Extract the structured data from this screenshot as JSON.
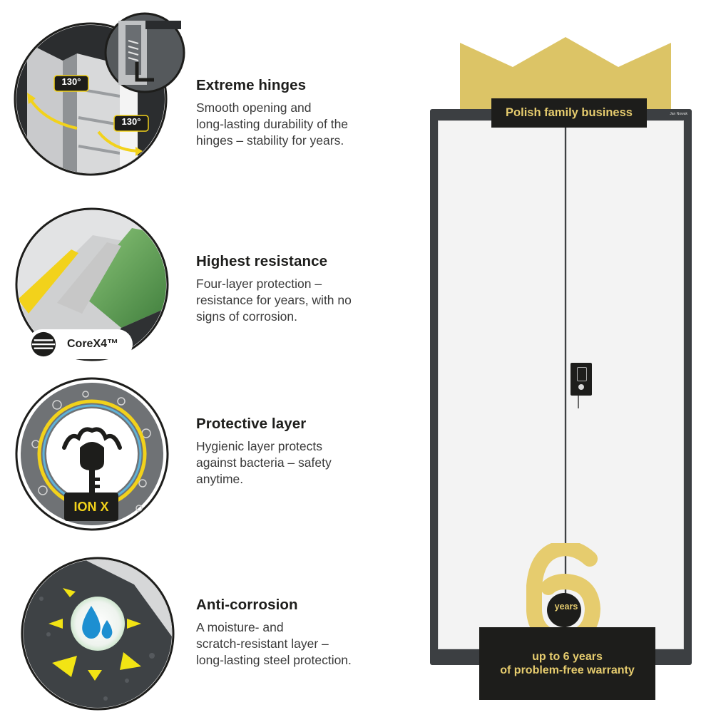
{
  "features": [
    {
      "title": "Extreme hinges",
      "description": "Smooth opening and\nlong-lasting durability of the\nhinges – stability for years.",
      "icon": "hinge-icon",
      "angle_left": "130°",
      "angle_right": "130°"
    },
    {
      "title": "Highest resistance",
      "description": "Four-layer protection –\nresistance for years, with no\nsigns of corrosion.",
      "icon": "layers-icon",
      "badge": "CoreX4™"
    },
    {
      "title": "Protective layer",
      "description": "Hygienic layer protects\nagainst bacteria – safety\nanytime.",
      "icon": "ionx-shield-icon",
      "badge": "ION X"
    },
    {
      "title": "Anti-corrosion",
      "description": "A moisture- and\nscratch-resistant layer –\nlong-lasting steel protection.",
      "icon": "water-drop-icon"
    }
  ],
  "product": {
    "top_badge": "Polish family business",
    "brand_mark": "Jan Nowak",
    "warranty_number": "6",
    "warranty_unit": "years",
    "warranty_line1": "up to 6 years",
    "warranty_line2": "of problem-free warranty"
  },
  "colors": {
    "gold": "#e6cc6e",
    "crown_gold": "#dcc466",
    "dark": "#1d1d1b",
    "cabinet_frame": "#3c3f42",
    "door_white": "#f3f3f3",
    "accent_yellow": "#f2d21b"
  }
}
